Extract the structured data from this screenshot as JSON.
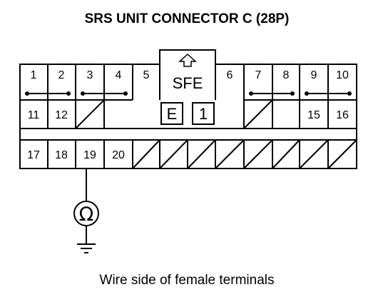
{
  "title": "SRS UNIT CONNECTOR C (28P)",
  "caption": "Wire side of female terminals",
  "connector": {
    "center_label": "SFE",
    "box_labels": [
      "E",
      "1"
    ],
    "row1": [
      "1",
      "2",
      "3",
      "4",
      "5",
      "6",
      "7",
      "8",
      "9",
      "10"
    ],
    "row2": [
      "11",
      "12",
      "15",
      "16"
    ],
    "row3": [
      "17",
      "18",
      "19",
      "20"
    ]
  },
  "meter": {
    "symbol": "Ω",
    "probe_terminal": "19"
  }
}
